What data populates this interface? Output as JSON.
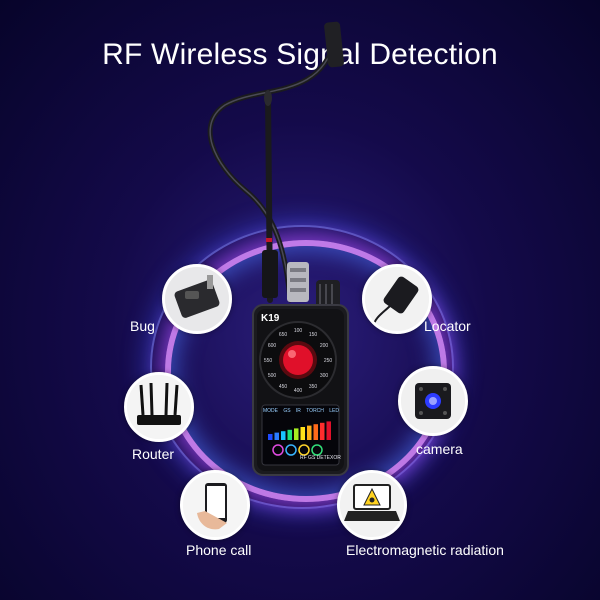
{
  "title": "RF Wireless Signal Detection",
  "device": {
    "model": "K19",
    "dial_numbers": [
      "100",
      "150",
      "200",
      "250",
      "300",
      "350",
      "400",
      "450",
      "500",
      "550",
      "600",
      "650"
    ],
    "screen_tabs": [
      "MODE",
      "GS",
      "IR",
      "TORCH",
      "LED"
    ],
    "screen_footer": "RF GS DETEXOR"
  },
  "features": [
    {
      "id": "bug",
      "label": "Bug",
      "icon": "bug-device-icon"
    },
    {
      "id": "locator",
      "label": "Locator",
      "icon": "gps-locator-icon"
    },
    {
      "id": "router",
      "label": "Router",
      "icon": "router-icon"
    },
    {
      "id": "camera",
      "label": "camera",
      "icon": "hidden-camera-icon"
    },
    {
      "id": "phone",
      "label": "Phone call",
      "icon": "phone-in-hand-icon"
    },
    {
      "id": "radiation",
      "label": "Electromagnetic radiation",
      "icon": "radiation-laptop-icon"
    }
  ],
  "colors": {
    "background": "#140a4a",
    "ring_glow": "#dc8cff",
    "lens_red": "#e0102a"
  }
}
